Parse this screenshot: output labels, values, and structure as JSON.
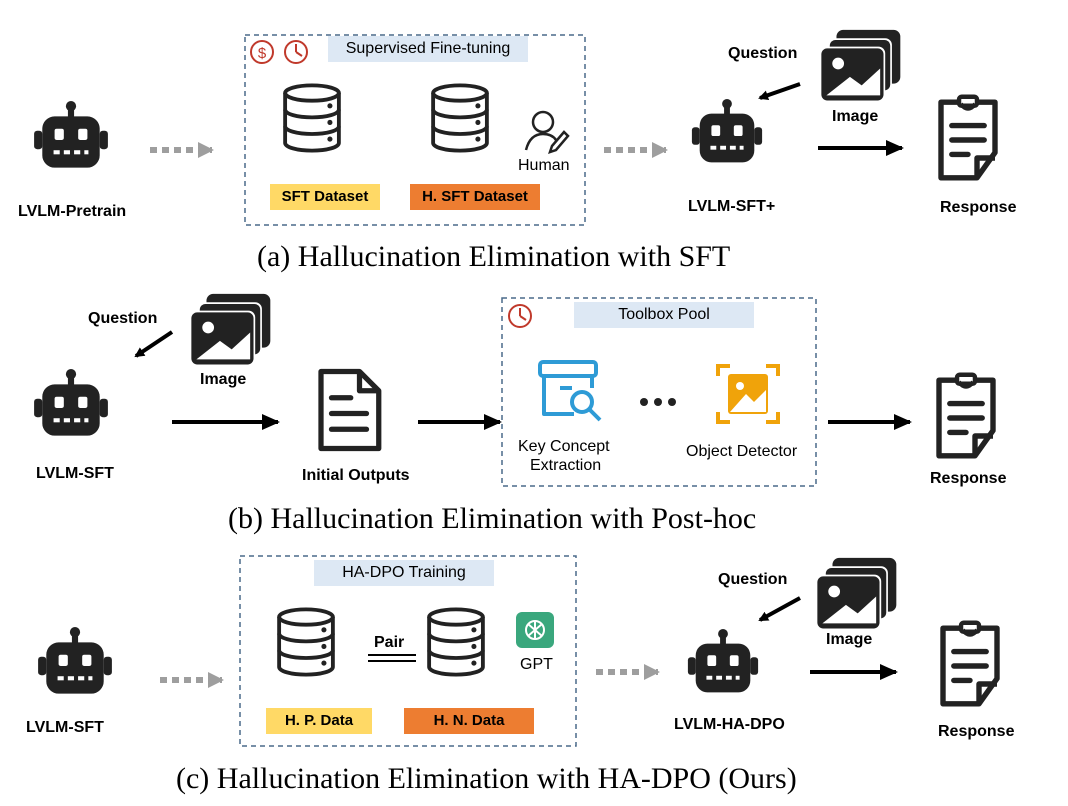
{
  "panel_a": {
    "caption": "(a) Hallucination Elimination with SFT",
    "source_model": "LVLM-Pretrain",
    "box_title": "Supervised Fine-tuning",
    "dataset_1": "SFT Dataset",
    "dataset_2": "H. SFT Dataset",
    "human": "Human",
    "question": "Question",
    "image": "Image",
    "target_model": "LVLM-SFT+",
    "response": "Response"
  },
  "panel_b": {
    "caption": "(b) Hallucination Elimination with Post-hoc",
    "question": "Question",
    "image": "Image",
    "source_model": "LVLM-SFT",
    "initial_outputs": "Initial Outputs",
    "box_title": "Toolbox Pool",
    "tool_1_line1": "Key Concept",
    "tool_1_line2": "Extraction",
    "tool_2": "Object Detector",
    "response": "Response"
  },
  "panel_c": {
    "caption": "(c) Hallucination Elimination with HA-DPO (Ours)",
    "source_model": "LVLM-SFT",
    "box_title": "HA-DPO Training",
    "pair": "Pair",
    "gpt": "GPT",
    "data_1": "H. P. Data",
    "data_2": "H. N. Data",
    "question": "Question",
    "image": "Image",
    "target_model": "LVLM-HA-DPO",
    "response": "Response"
  },
  "colors": {
    "yellow": "#ffd966",
    "orange": "#ed7d31",
    "header_blue": "#dde8f4",
    "tool_blue": "#2e9bd6",
    "tool_orange": "#f0a30a",
    "gpt_green": "#3aa77d",
    "red_icon": "#c0392b",
    "grey_arrow": "#9e9e9e"
  }
}
